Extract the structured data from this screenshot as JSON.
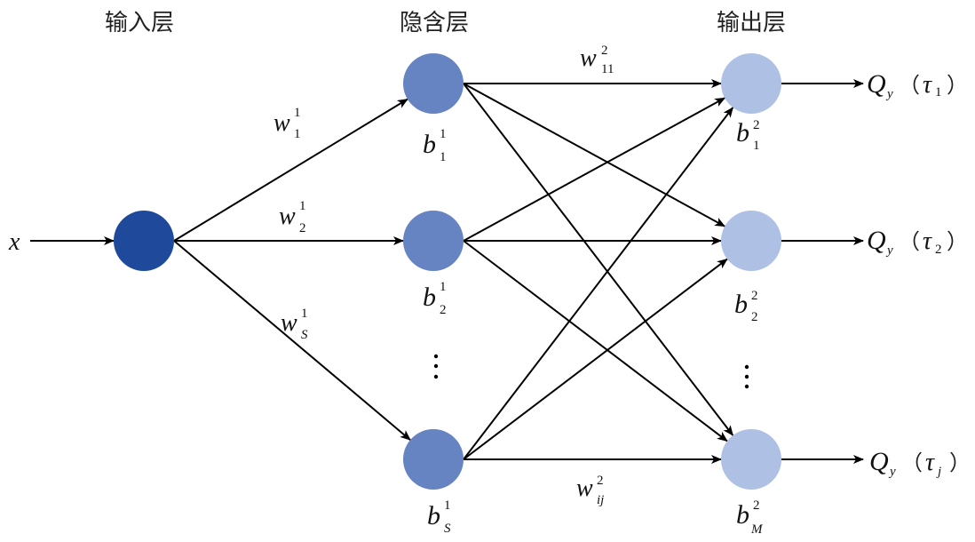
{
  "layers": {
    "input_title": "输入层",
    "hidden_title": "隐含层",
    "output_title": "输出层"
  },
  "colors": {
    "input_node": "#1f4a9c",
    "hidden_node": "#6683c2",
    "output_node": "#aec1e4",
    "edge": "#000000"
  },
  "input": {
    "label": "x"
  },
  "hidden_nodes": [
    {
      "bias": "b",
      "sup": "1",
      "sub": "1"
    },
    {
      "bias": "b",
      "sup": "1",
      "sub": "2"
    },
    {
      "bias": "b",
      "sup": "1",
      "sub": "S"
    }
  ],
  "output_nodes": [
    {
      "bias": "b",
      "sup": "2",
      "sub": "1",
      "out_main": "Q",
      "out_sub": "y",
      "tau": "τ",
      "tau_sub": "1"
    },
    {
      "bias": "b",
      "sup": "2",
      "sub": "2",
      "out_main": "Q",
      "out_sub": "y",
      "tau": "τ",
      "tau_sub": "2"
    },
    {
      "bias": "b",
      "sup": "2",
      "sub": "M",
      "out_main": "Q",
      "out_sub": "y",
      "tau": "τ",
      "tau_sub": "j"
    }
  ],
  "weights_layer1": [
    {
      "w": "w",
      "sup": "1",
      "sub": "1"
    },
    {
      "w": "w",
      "sup": "1",
      "sub": "2"
    },
    {
      "w": "w",
      "sup": "1",
      "sub": "S"
    }
  ],
  "weights_layer2": [
    {
      "w": "w",
      "sup": "2",
      "sub": "11"
    },
    {
      "w": "w",
      "sup": "2",
      "sub": "ij"
    }
  ],
  "ellipsis": "⋮",
  "paren_open": "（",
  "paren_close": "）"
}
